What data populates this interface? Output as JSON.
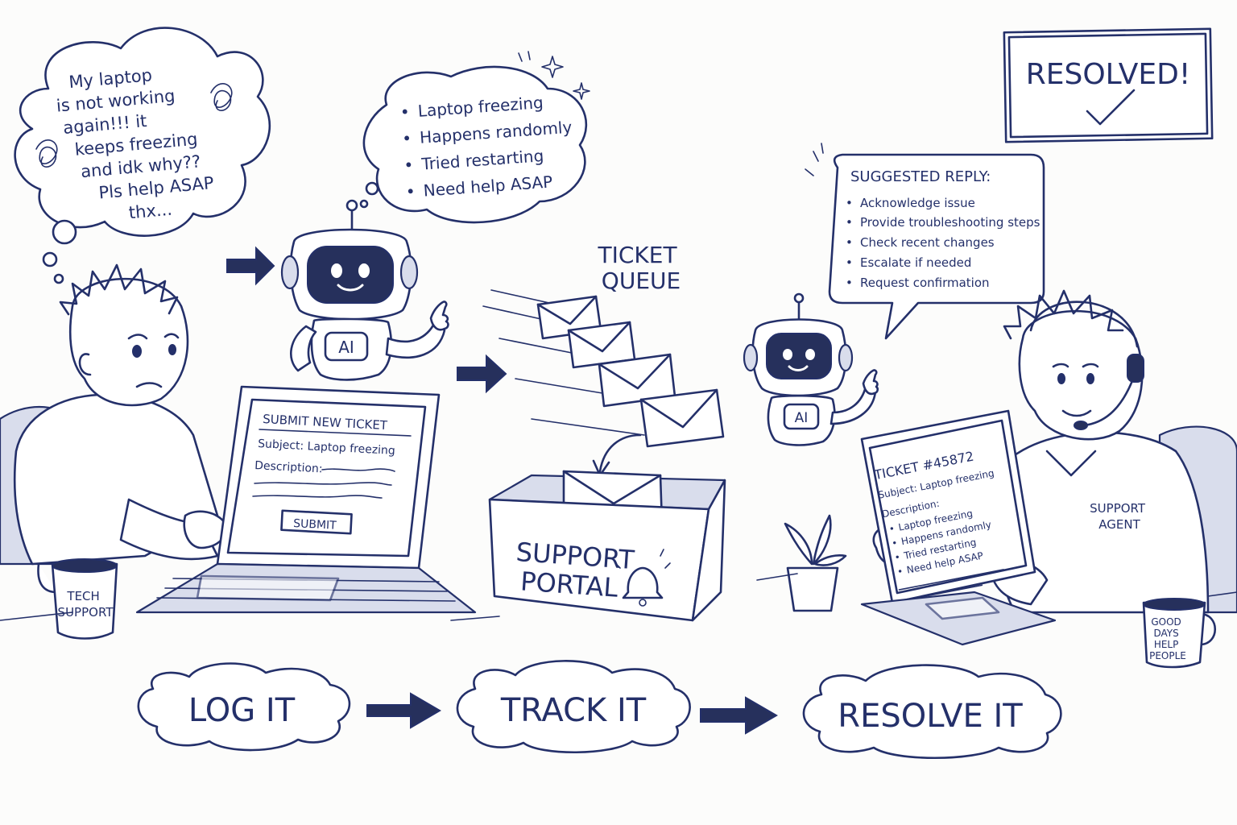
{
  "customer_bubble": {
    "lines": [
      "My laptop",
      "is not working",
      "again!!!  it",
      "keeps freezing",
      "and idk why??",
      "Pls help ASAP",
      "thx..."
    ]
  },
  "ai_summary_bubble": {
    "items": [
      "Laptop freezing",
      "Happens randomly",
      "Tried restarting",
      "Need help ASAP"
    ]
  },
  "ai_robot_left": {
    "badge": "AI"
  },
  "laptop_form": {
    "title": "SUBMIT NEW TICKET",
    "subject": "Subject: Laptop freezing",
    "description_label": "Description:",
    "submit_label": "SUBMIT"
  },
  "mug_left": {
    "lines": [
      "TECH",
      "SUPPORT"
    ]
  },
  "ticket_queue": {
    "lines": [
      "TICKET",
      "QUEUE"
    ]
  },
  "support_portal": {
    "lines": [
      "SUPPORT",
      "PORTAL"
    ]
  },
  "suggested_reply": {
    "title": "SUGGESTED REPLY:",
    "items": [
      "Acknowledge issue",
      "Provide troubleshooting steps",
      "Check recent changes",
      "Escalate if needed",
      "Request confirmation"
    ]
  },
  "ai_robot_right": {
    "badge": "AI"
  },
  "ticket_tablet": {
    "title": "TICKET #45872",
    "subject": "Subject: Laptop freezing",
    "description_label": "Description:",
    "items": [
      "Laptop freezing",
      "Happens randomly",
      "Tried restarting",
      "Need help ASAP"
    ]
  },
  "agent_shirt": {
    "lines": [
      "SUPPORT",
      "AGENT"
    ]
  },
  "mug_right": {
    "lines": [
      "GOOD",
      "DAYS",
      "HELP",
      "PEOPLE"
    ]
  },
  "resolved_sign": {
    "text": "RESOLVED!"
  },
  "steps": [
    {
      "label": "LOG IT"
    },
    {
      "label": "TRACK IT"
    },
    {
      "label": "RESOLVE IT"
    }
  ],
  "colors": {
    "ink": "#24306a",
    "paper": "#ffffff",
    "shade": "#d9ddec",
    "screen": "#26305c"
  }
}
